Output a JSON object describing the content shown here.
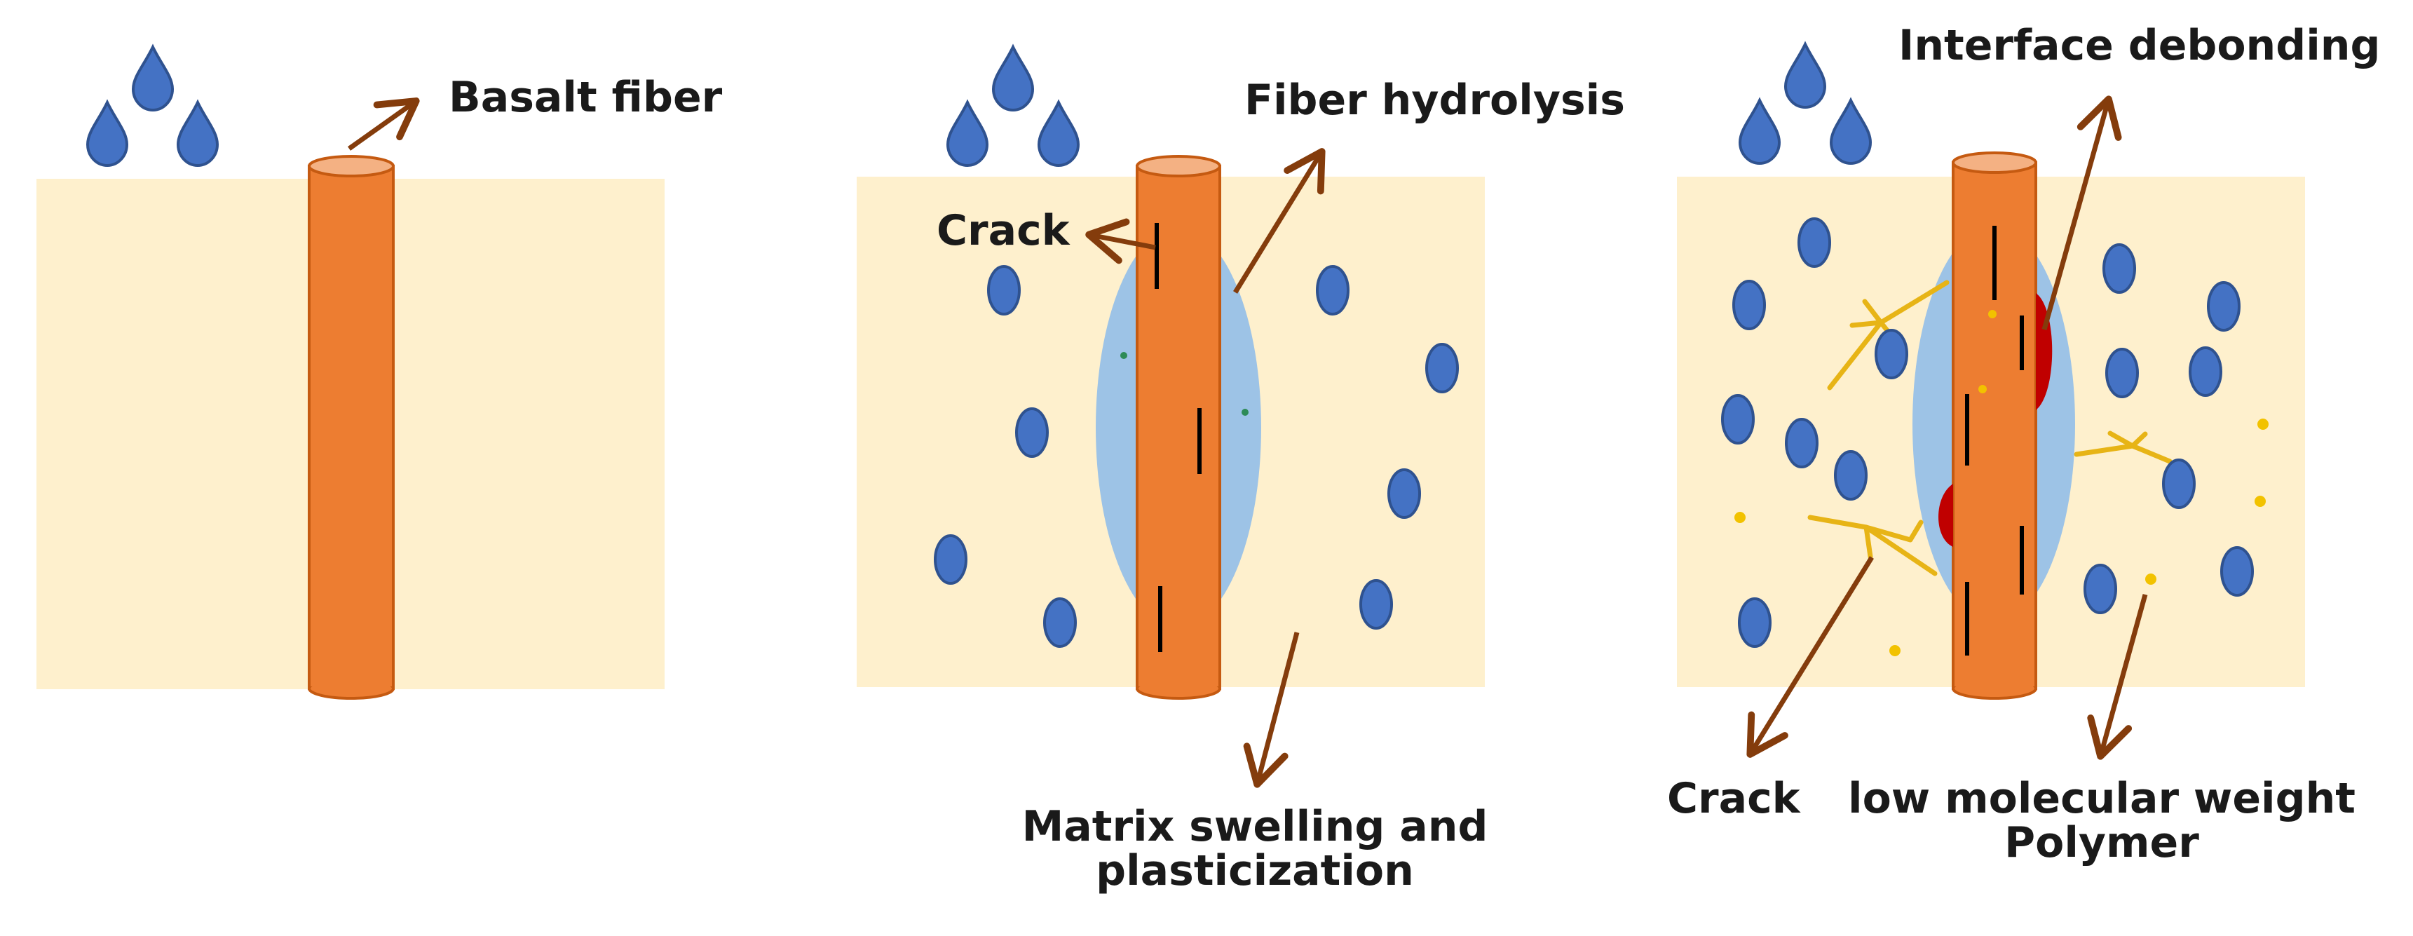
{
  "colors": {
    "matrix": "#FEF0CD",
    "fiber": "#ED7D31",
    "fiber_top": "#F4B183",
    "fiber_outline": "#C55A11",
    "water": "#4472C4",
    "water_outline": "#2F528F",
    "swelling": "#9DC3E6",
    "arrow": "#843C0C",
    "crack": "#000000",
    "branch_crack": "#E7B416",
    "debond": "#C00000",
    "polymer_dot": "#F2C200",
    "hydrolysis_dot": "#2E8B57"
  },
  "icons": [
    "water-drop-icon",
    "fiber-rod-icon",
    "arrow-icon"
  ],
  "panel1": {
    "basalt_fiber_label": "Basalt fiber"
  },
  "panel2": {
    "crack_label": "Crack",
    "fiber_hydrolysis_label": "Fiber hydrolysis",
    "matrix_swelling_line1": "Matrix swelling and",
    "matrix_swelling_line2": "plasticization"
  },
  "panel3": {
    "interface_debonding_label": "Interface debonding",
    "crack_label": "Crack",
    "low_mw_line1": "low molecular weight",
    "low_mw_line2": "Polymer"
  }
}
